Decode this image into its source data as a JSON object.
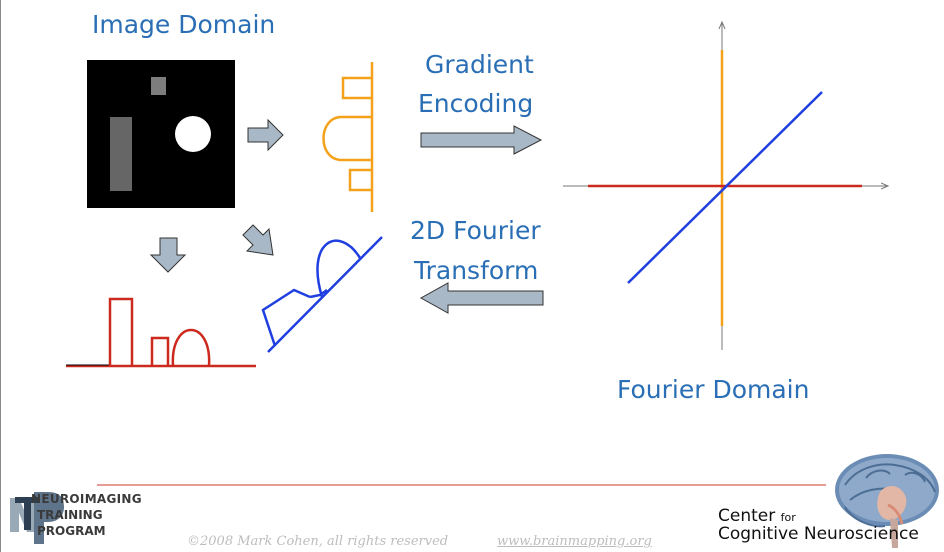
{
  "labels": {
    "image_domain": "Image Domain",
    "gradient": "Gradient",
    "encoding": "Encoding",
    "fourier_2d": "2D Fourier",
    "transform": "Transform",
    "fourier_domain": "Fourier Domain"
  },
  "footer": {
    "copyright": "©2008 Mark Cohen, all rights reserved",
    "url": "www.brainmapping.org",
    "logo_left_lines": [
      "NEUROIMAGING",
      "TRAINING",
      "PROGRAM"
    ],
    "ccn_line1_main": "Center",
    "ccn_line1_small": "for",
    "ccn_line2": "Cognitive Neuroscience"
  },
  "colors": {
    "text_blue": "#2a6fb5",
    "orange": "#f5a21b",
    "red": "#cc2a1e",
    "blue": "#1f3fe0",
    "arrow_fill": "#a9b8c6",
    "footer_line": "#cc3a2a"
  }
}
